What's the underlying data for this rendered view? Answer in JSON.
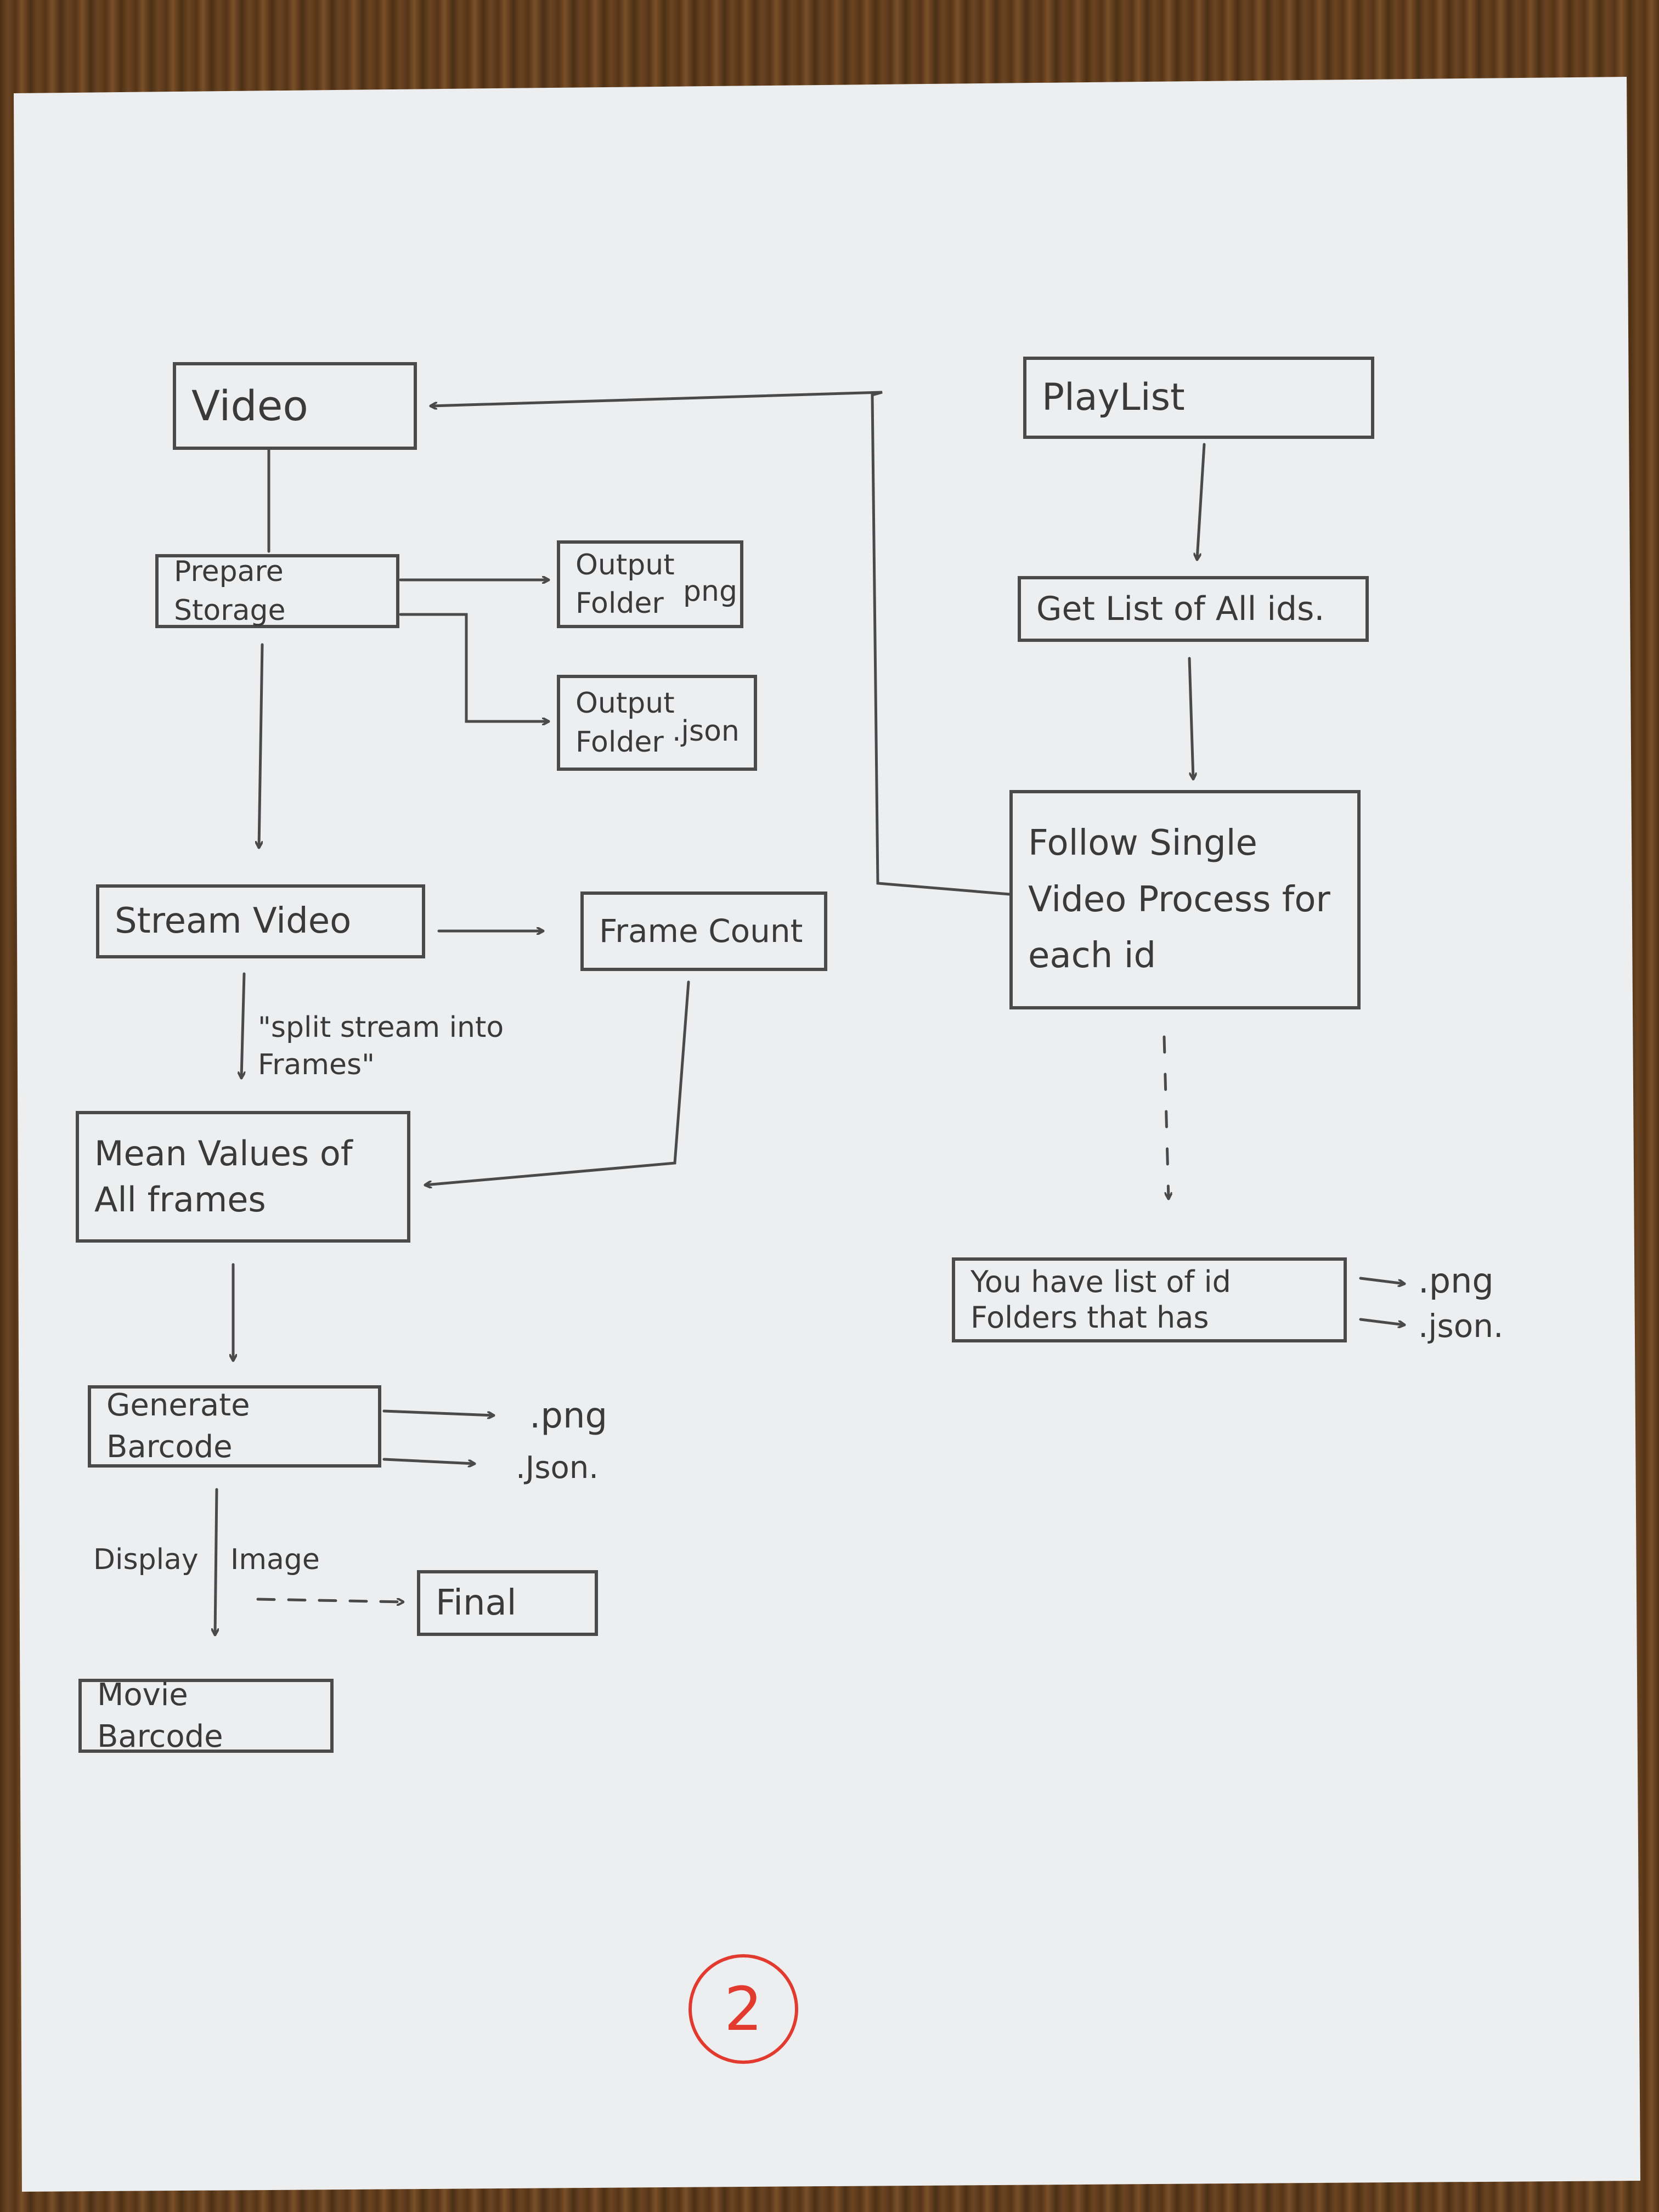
{
  "nodes": {
    "video": "Video",
    "prepare_storage": "Prepare Storage",
    "output_folder_png": "Output\nFolder",
    "output_folder_png_ext": "png",
    "output_folder_json": "Output\nFolder",
    "output_folder_json_ext": ".json",
    "stream_video": "Stream Video",
    "frame_count": "Frame Count",
    "mean_values": "Mean Values of\nAll frames",
    "generate_barcode": "Generate Barcode",
    "final": "Final",
    "movie_barcode": "Movie Barcode",
    "playlist": "PlayList",
    "get_list_ids": "Get List of All ids.",
    "follow_single": "Follow Single\nVideo Process for\neach id",
    "you_have_list": "You have list of id\nFolders that has"
  },
  "labels": {
    "split_stream": "\"split stream into\n        Frames\"",
    "barcode_png": ".png",
    "barcode_json": ".Json.",
    "display": "Display",
    "image": "Image",
    "result_png": ".png",
    "result_json": ".json."
  },
  "page_number": "2",
  "colors": {
    "ink": "#4a4a4a",
    "page_mark": "#e23a2e"
  }
}
